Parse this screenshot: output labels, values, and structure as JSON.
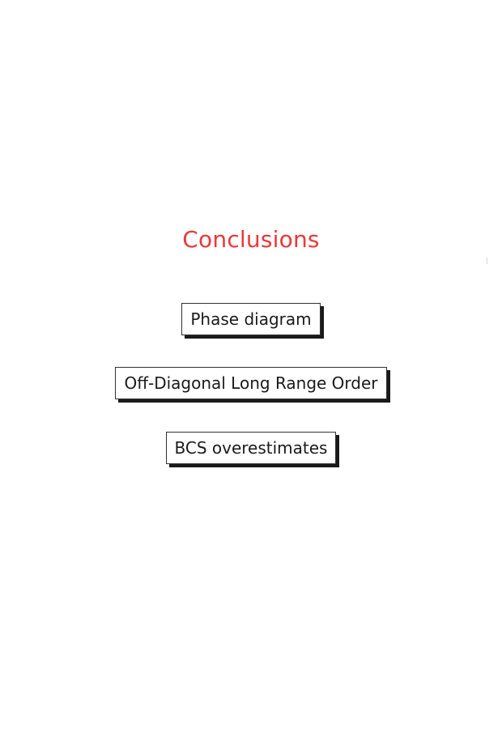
{
  "slide": {
    "title": "Conclusions",
    "items": [
      "Phase diagram",
      "Off-Diagonal Long Range Order",
      "BCS overestimates"
    ]
  },
  "colors": {
    "title": "#e8393a",
    "text": "#1a1a1a",
    "shadow": "#1a1a1a",
    "background": "#ffffff"
  }
}
